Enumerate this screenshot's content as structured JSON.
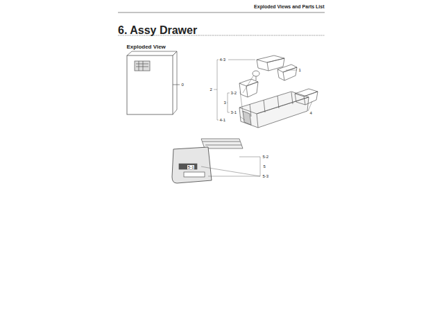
{
  "diagram": {
    "title": "6. Assy Drawer",
    "labels": [
      "Exploded Views and Parts List",
      "Exploded View",
      "0",
      "4-3",
      "1",
      "3-2",
      "3",
      "3-1",
      "2",
      "4-1",
      "4",
      "5-2",
      "5",
      "5-1",
      "5-3"
    ]
  }
}
